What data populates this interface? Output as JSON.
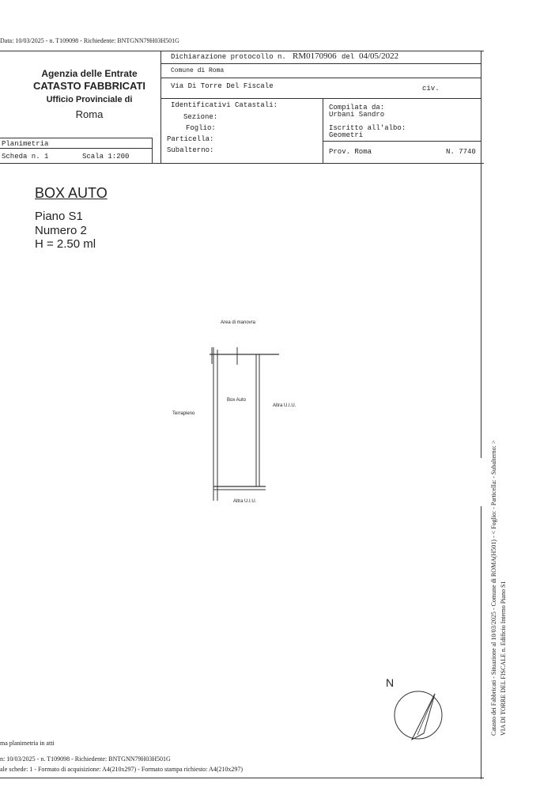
{
  "top_line": "Data: 10/03/2025 - n. T109098 - Richiedente: BNTGNN79H03H501G",
  "agency": {
    "line1": "Agenzia delle Entrate",
    "line2": "CATASTO FABBRICATI",
    "line3": "Ufficio Provinciale di",
    "line4": "Roma"
  },
  "declaration": {
    "protocol_label": "Dichiarazione protocollo n.",
    "protocol_number": "RM0170906",
    "del_label": "del",
    "date": "04/05/2022",
    "comune": "Comune di Roma",
    "address": "Via Di Torre Del Fiscale",
    "civ_label": "civ."
  },
  "identifiers": {
    "title": "Identificativi Catastali:",
    "sezione": "Sezione:",
    "foglio": "Foglio:",
    "particella": "Particella:",
    "subalterno": "Subalterno:"
  },
  "compiler": {
    "compilata_label": "Compilata da:",
    "name": "Urbani Sandro",
    "iscritto_label": "Iscritto all'albo:",
    "albo": "Geometri",
    "prov": "Prov. Roma",
    "number": "N. 7740"
  },
  "planimetria": {
    "label": "Planimetria",
    "scheda": "Scheda n. 1",
    "scala": "Scala 1:200"
  },
  "unit": {
    "title": "BOX AUTO",
    "piano": "Piano S1",
    "numero": "Numero 2",
    "height": "H = 2.50 ml"
  },
  "plan_labels": {
    "area_manovra": "Area di manovra",
    "box_auto": "Box Auto",
    "altra_uiu_right": "Altra U.I.U.",
    "terrapieno": "Terrapieno",
    "altra_uiu_bottom": "Altra U.I.U."
  },
  "north_label": "N",
  "side_text": {
    "line1": "Catasto dei Fabbricati - Situazione al 10/03/2025 - Comune di ROMA(H501) - < Foglio:    - Particella:     - Subalterno:   >",
    "line2": "VIA DI TORRE DEL FISCALE n.   Edificio   Interno   Piano S1"
  },
  "footer": {
    "line1": "ma planimetria in atti",
    "line2": "n: 10/03/2025 - n. T109098 - Richiedente: BNTGNN79H03H501G",
    "line3": "ale schede: 1 - Formato di acquisizione: A4(210x297)  - Formato stampa richiesto: A4(210x297)"
  }
}
